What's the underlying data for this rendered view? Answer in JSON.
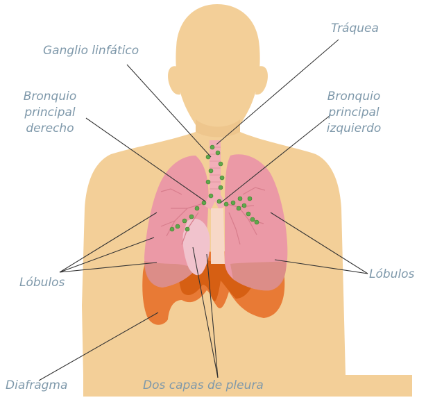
{
  "labels": {
    "traquea": "Tráquea",
    "ganglio": "Ganglio linfático",
    "bronquio_der": [
      "Bronquio",
      "principal",
      "derecho"
    ],
    "bronquio_izq": [
      "Bronquio",
      "principal",
      "izquierdo"
    ],
    "lobulos_izq": "Lóbulos",
    "lobulos_der": "Lóbulos",
    "diafragma": "Diafragma",
    "pleura": "Dos capas de pleura"
  },
  "colors": {
    "skin": "#f3cf98",
    "lung": "#eb99a6",
    "lung_lower": "#d98b82",
    "diaphragm": "#e87a35",
    "diaphragm_dark": "#d65f13",
    "pleura": "#f1c3cd",
    "trachea": "#f2aeb8",
    "lymph_node": "#5fa84b",
    "label": "#7e98aa",
    "leader": "#333333"
  }
}
